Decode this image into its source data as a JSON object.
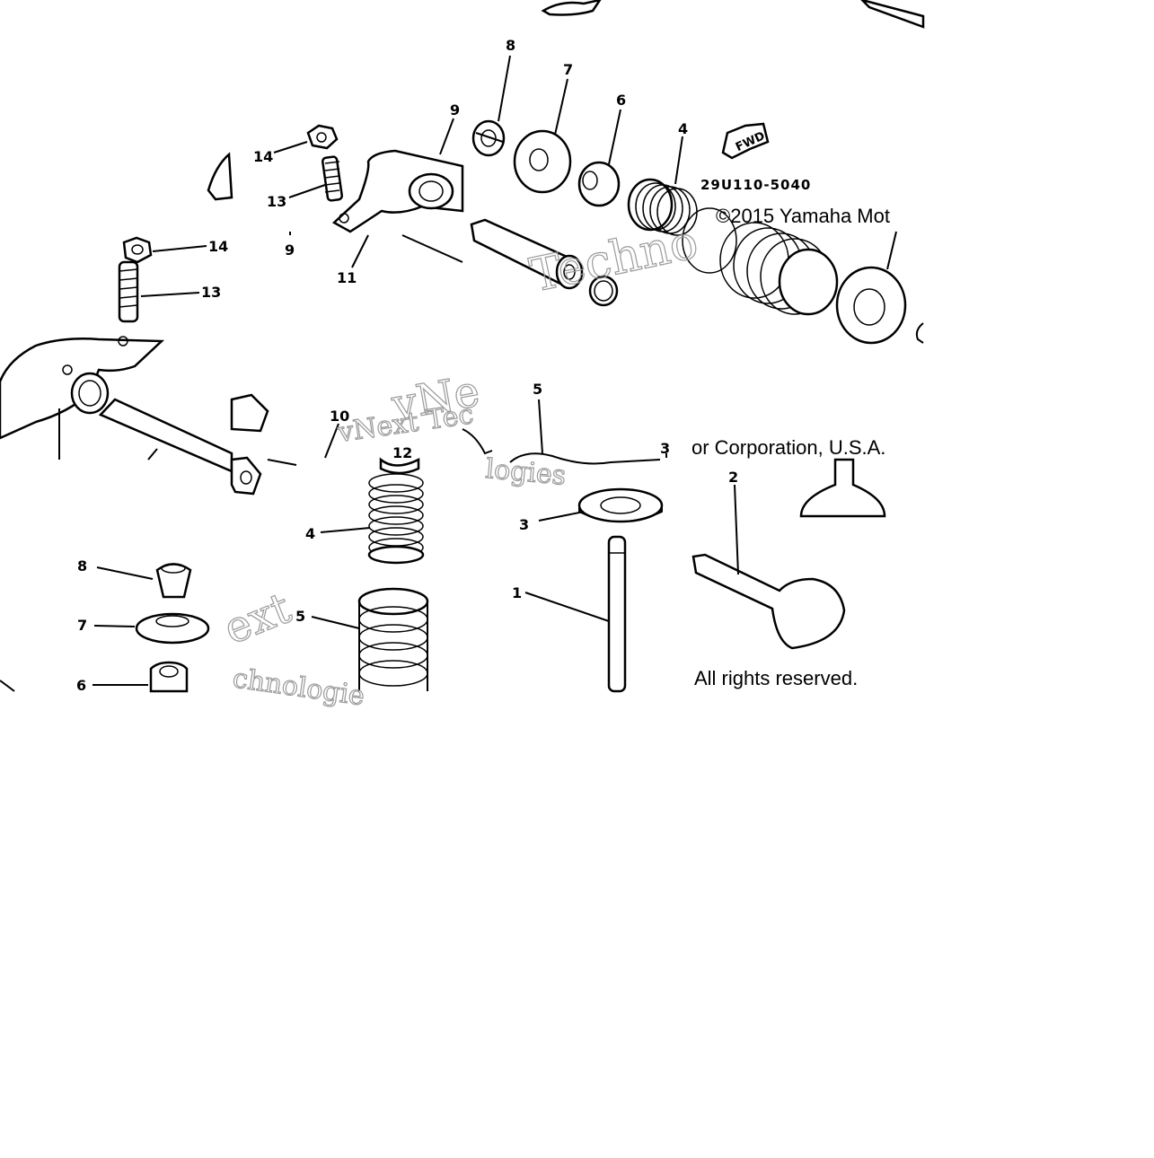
{
  "diagram": {
    "ref_code": "29U110-5040",
    "copyright_line1": "©2015 Yamaha Mot",
    "copyright_line2": "or Corporation, U.S.A.",
    "copyright_line3": "All rights reserved.",
    "fwd_label": "FWD",
    "watermarks": {
      "w1": "vNext Tec",
      "w2": "logies",
      "w3": "Techno",
      "w4": "ext",
      "w5": "chnologie",
      "w6": "vNe"
    },
    "callouts": {
      "c8a": "8",
      "c7a": "7",
      "c6a": "6",
      "c4a": "4",
      "c9a": "9",
      "c14a": "14",
      "c13a": "13",
      "c9b": "9",
      "c11": "11",
      "c14b": "14",
      "c13b": "13",
      "c10": "10",
      "c12": "12",
      "c5a": "5",
      "c3a": "3",
      "c2": "2",
      "c3b": "3",
      "c1": "1",
      "c4b": "4",
      "c5b": "5",
      "c8b": "8",
      "c7b": "7",
      "c6b": "6"
    }
  }
}
